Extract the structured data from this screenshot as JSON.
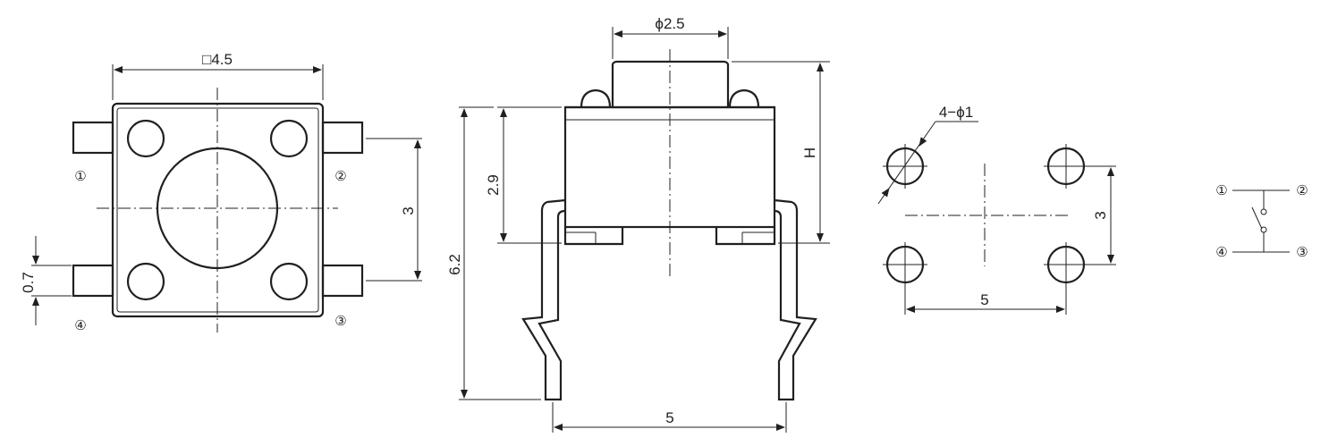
{
  "top_view": {
    "body_size_label": "□4.5",
    "pin_spacing_label": "3",
    "lead_width_label": "0.7",
    "pin_labels": [
      "①",
      "②",
      "③",
      "④"
    ]
  },
  "side_view": {
    "plunger_diameter_label": "ϕ2.5",
    "body_height_label": "2.9",
    "total_height_label": "6.2",
    "actuator_height_label": "H",
    "pin_pitch_label": "5"
  },
  "pcb_layout": {
    "hole_label": "4−ϕ1",
    "vertical_spacing_label": "3",
    "horizontal_spacing_label": "5"
  },
  "schematic": {
    "pin_labels": [
      "①",
      "②",
      "④",
      "③"
    ]
  }
}
